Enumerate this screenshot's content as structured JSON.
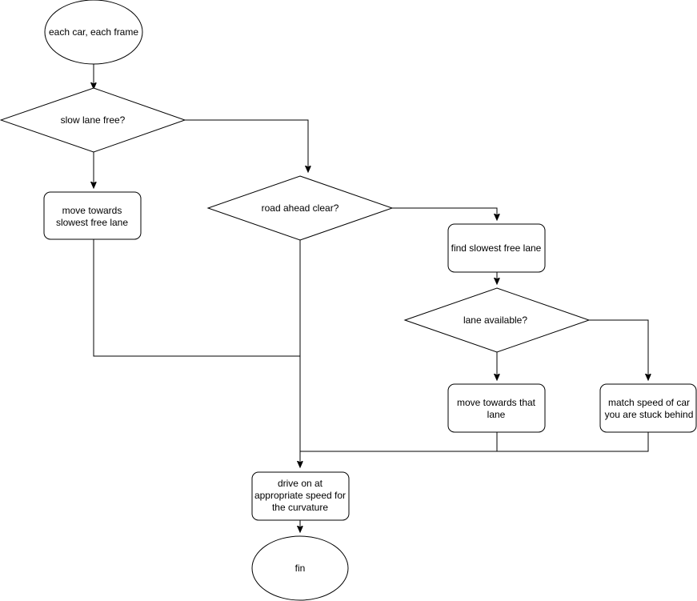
{
  "nodes": {
    "start": "each car, each frame",
    "slow_lane_free": "slow lane free?",
    "move_towards_slowest": [
      "move towards",
      "slowest free lane"
    ],
    "road_ahead_clear": "road ahead clear?",
    "find_slowest": "find slowest free lane",
    "lane_available": "lane available?",
    "move_towards_that_lane": [
      "move towards that",
      "lane"
    ],
    "match_speed": [
      "match speed of car",
      "you are stuck behind"
    ],
    "drive_on": [
      "drive on at",
      "appropriate speed for",
      "the curvature"
    ],
    "fin": "fin"
  }
}
